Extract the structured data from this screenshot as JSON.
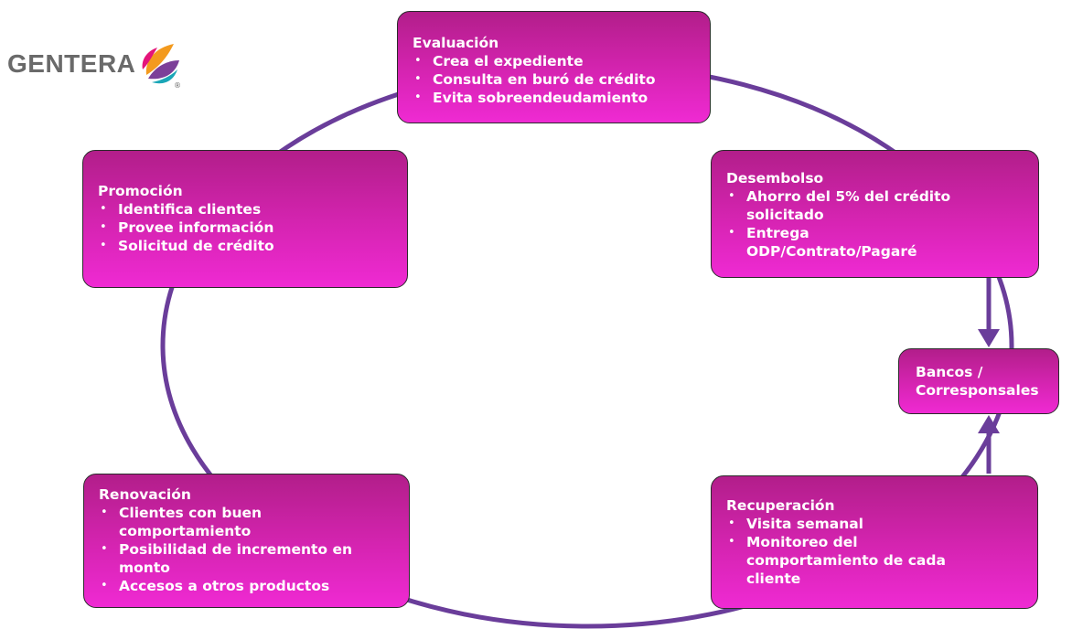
{
  "logo": {
    "text": "GENTERA",
    "registered": "®"
  },
  "colors": {
    "box_top": "#b21e8a",
    "box_bottom": "#ef2ad3",
    "cycle": "#6a3d9a",
    "text": "#ffffff",
    "logo_gray": "#6a6a6a"
  },
  "nodes": {
    "evaluacion": {
      "title": "Evaluación",
      "items": [
        "Crea el expediente",
        "Consulta  en buró de crédito",
        "Evita sobreendeudamiento"
      ]
    },
    "promocion": {
      "title": "Promoción",
      "items": [
        "Identifica  clientes",
        "Provee información",
        "Solicitud  de crédito"
      ]
    },
    "desembolso": {
      "title": "Desembolso",
      "items": [
        "Ahorro del 5% del crédito solicitado",
        "Entrega ODP/Contrato/Pagaré"
      ]
    },
    "bancos": {
      "line1": "Bancos /",
      "line2": "Corresponsales"
    },
    "renovacion": {
      "title": "Renovación",
      "items": [
        "Clientes con buen comportamiento",
        "Posibilidad  de incremento  en monto",
        "Accesos a otros productos"
      ]
    },
    "recuperacion": {
      "title": "Recuperación",
      "items": [
        "Visita  semanal",
        "Monitoreo del comportamiento  de cada cliente"
      ]
    }
  }
}
